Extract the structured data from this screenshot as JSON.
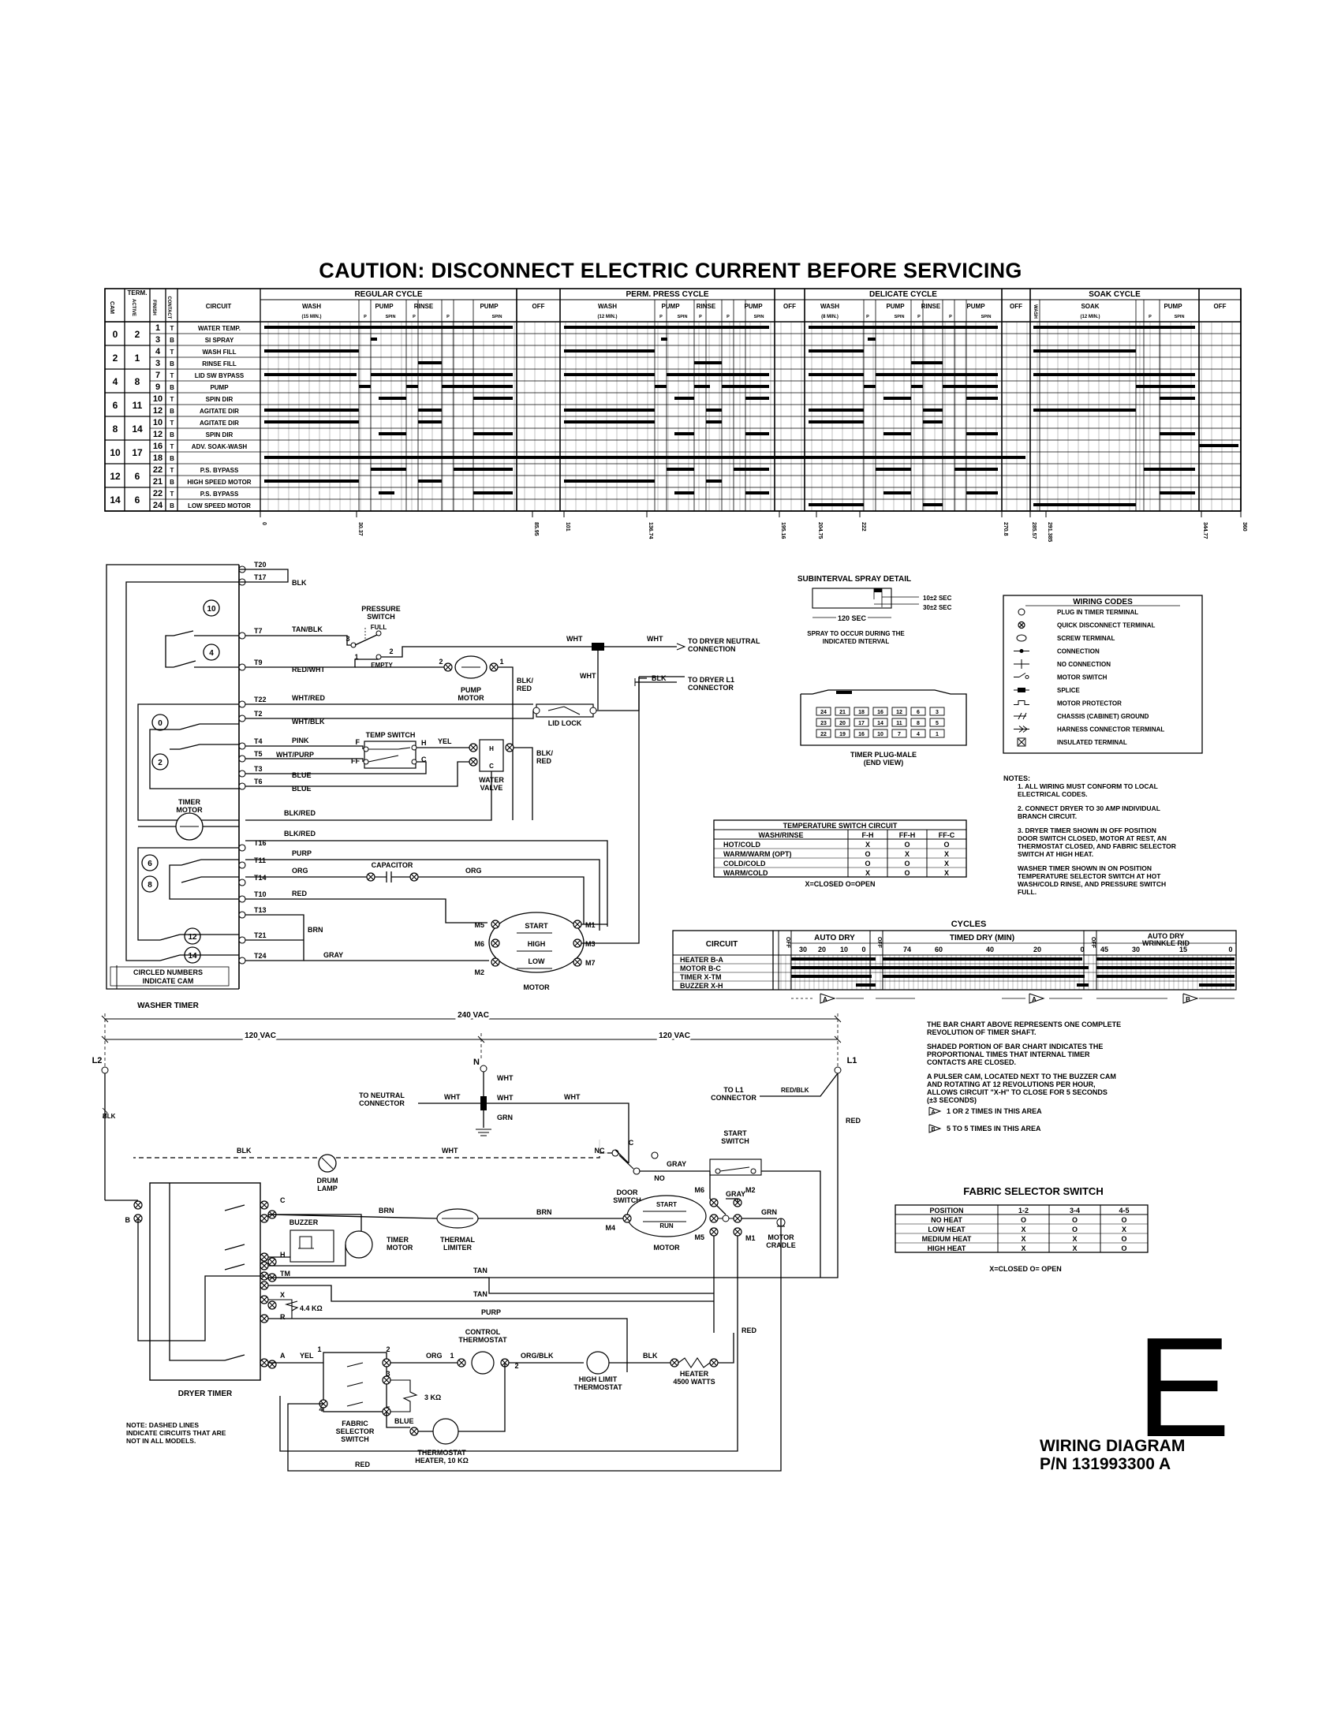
{
  "caution": "CAUTION: DISCONNECT ELECTRIC CURRENT BEFORE SERVICING",
  "timer_chart": {
    "left_headers": [
      "CAM",
      "TERM. ACTIVE",
      "FINISH",
      "CONTACT",
      "CIRCUIT"
    ],
    "cycles": [
      {
        "name": "REGULAR CYCLE",
        "steps": [
          "WASH",
          "PUMP",
          "RINSE",
          "PUMP",
          "OFF"
        ],
        "wash_min": "(15 MIN.)"
      },
      {
        "name": "PERM. PRESS CYCLE",
        "steps": [
          "WASH",
          "PUMP",
          "RINSE",
          "PUMP",
          "OFF"
        ],
        "wash_min": "(12 MIN.)"
      },
      {
        "name": "DELICATE CYCLE",
        "steps": [
          "WASH",
          "PUMP",
          "RINSE",
          "PUMP",
          "OFF"
        ],
        "wash_min": "(8 MIN.)"
      },
      {
        "name": "SOAK CYCLE",
        "steps": [
          "WASH",
          "SOAK",
          "PUMP",
          "OFF"
        ],
        "wash_min": "(12 MIN.)"
      }
    ],
    "sub_labels": [
      "P",
      "SPIN",
      "P",
      "P",
      "SPIN"
    ],
    "rows": [
      {
        "cam": "0",
        "term": "2",
        "fin": "1",
        "c": "T",
        "circuit": "WATER TEMP."
      },
      {
        "cam": "",
        "term": "",
        "fin": "3",
        "c": "B",
        "circuit": "SI SPRAY"
      },
      {
        "cam": "2",
        "term": "1",
        "fin": "4",
        "c": "T",
        "circuit": "WASH FILL"
      },
      {
        "cam": "",
        "term": "",
        "fin": "3",
        "c": "B",
        "circuit": "RINSE FILL"
      },
      {
        "cam": "4",
        "term": "8",
        "fin": "7",
        "c": "T",
        "circuit": "LID SW BYPASS"
      },
      {
        "cam": "",
        "term": "",
        "fin": "9",
        "c": "B",
        "circuit": "PUMP"
      },
      {
        "cam": "6",
        "term": "11",
        "fin": "10",
        "c": "T",
        "circuit": "SPIN DIR"
      },
      {
        "cam": "",
        "term": "",
        "fin": "12",
        "c": "B",
        "circuit": "AGITATE DIR"
      },
      {
        "cam": "8",
        "term": "14",
        "fin": "10",
        "c": "T",
        "circuit": "AGITATE DIR"
      },
      {
        "cam": "",
        "term": "",
        "fin": "12",
        "c": "B",
        "circuit": "SPIN DIR"
      },
      {
        "cam": "10",
        "term": "17",
        "fin": "16",
        "c": "T",
        "circuit": "ADV. SOAK-WASH"
      },
      {
        "cam": "",
        "term": "",
        "fin": "18",
        "c": "B",
        "circuit": ""
      },
      {
        "cam": "12",
        "term": "6",
        "fin": "22",
        "c": "T",
        "circuit": "P.S. BYPASS"
      },
      {
        "cam": "",
        "term": "",
        "fin": "21",
        "c": "B",
        "circuit": "HIGH SPEED MOTOR"
      },
      {
        "cam": "14",
        "term": "6",
        "fin": "22",
        "c": "T",
        "circuit": "P.S. BYPASS"
      },
      {
        "cam": "",
        "term": "",
        "fin": "24",
        "c": "B",
        "circuit": "LOW SPEED MOTOR"
      }
    ],
    "angle_marks": [
      "0",
      "30.37",
      "85.95",
      "101",
      "136.74",
      "195.16",
      "204.75",
      "222",
      "270.8",
      "285.57",
      "291.385",
      "344.77",
      "360"
    ]
  },
  "washer": {
    "terminals": [
      "T20",
      "T17",
      "T7",
      "T9",
      "T22",
      "T2",
      "T4",
      "T5",
      "T3",
      "T6",
      "T16",
      "T11",
      "T14",
      "T10",
      "T13",
      "T21",
      "T24"
    ],
    "cams": [
      "10",
      "4",
      "0",
      "2",
      "6",
      "8",
      "12",
      "14"
    ],
    "wires": {
      "blk": "BLK",
      "tan_blk": "TAN/BLK",
      "red_wht": "RED/WHT",
      "wht_red": "WHT/RED",
      "wht_blk": "WHT/BLK",
      "pink": "PINK",
      "wht_purp": "WHT/PURP",
      "blue": "BLUE",
      "blk_red": "BLK/RED",
      "purp": "PURP",
      "org": "ORG",
      "red": "RED",
      "brn": "BRN",
      "gray": "GRAY",
      "wht": "WHT",
      "yel": "YEL",
      "blk_red2": "BLK/ RED"
    },
    "labels": {
      "pressure_switch": "PRESSURE SWITCH",
      "full": "FULL",
      "empty": "EMPTY",
      "pump_motor": "PUMP MOTOR",
      "lid_lock": "LID LOCK",
      "temp_switch": "TEMP SWITCH",
      "water_valve": "WATER VALVE",
      "timer_motor": "TIMER MOTOR",
      "capacitor": "CAPACITOR",
      "start": "START",
      "high": "HIGH",
      "low": "LOW",
      "motor": "MOTOR",
      "to_dryer_neutral": "TO DRYER NEUTRAL CONNECTION",
      "to_dryer_l1": "TO DRYER L1 CONNECTOR",
      "circled_note": "CIRCLED NUMBERS INDICATE CAM",
      "washer_timer": "WASHER TIMER"
    }
  },
  "spray_detail": {
    "title": "SUBINTERVAL SPRAY DETAIL",
    "a": "10±2 SEC",
    "b": "30±2 SEC",
    "c": "120 SEC",
    "note": "SPRAY TO OCCUR DURING THE INDICATED INTERVAL"
  },
  "timer_plug": {
    "row1": [
      "24",
      "21",
      "18",
      "16",
      "12",
      "6",
      "3"
    ],
    "row2": [
      "23",
      "20",
      "17",
      "14",
      "11",
      "8",
      "5"
    ],
    "row3": [
      "22",
      "19",
      "16",
      "10",
      "7",
      "4",
      "1"
    ],
    "label": "TIMER PLUG-MALE (END VIEW)"
  },
  "wiring_codes": {
    "title": "WIRING CODES",
    "items": [
      "PLUG IN TIMER TERMINAL",
      "QUICK DISCONNECT TERMINAL",
      "SCREW TERMINAL",
      "CONNECTION",
      "NO CONNECTION",
      "MOTOR SWITCH",
      "SPLICE",
      "MOTOR PROTECTOR",
      "CHASSIS (CABINET) GROUND",
      "HARNESS CONNECTOR TERMINAL",
      "INSULATED TERMINAL"
    ]
  },
  "notes": {
    "title": "NOTES:",
    "items": [
      "1. ALL WIRING MUST CONFORM TO LOCAL ELECTRICAL CODES.",
      "2. CONNECT DRYER TO 30 AMP INDIVIDUAL BRANCH CIRCUIT.",
      "3. DRYER TIMER SHOWN IN OFF POSITION DOOR SWITCH CLOSED, MOTOR AT REST, AN THERMOSTAT CLOSED, AND FABRIC SELECTOR SWITCH AT HIGH HEAT.",
      "WASHER TIMER SHOWN IN ON POSITION TEMPERATURE SELECTOR SWITCH AT HOT WASH/COLD RINSE, AND PRESSURE SWITCH FULL."
    ]
  },
  "temp_switch_table": {
    "title": "TEMPERATURE SWITCH CIRCUIT",
    "headers": [
      "WASH/RINSE",
      "F-H",
      "FF-H",
      "FF-C"
    ],
    "rows": [
      [
        "HOT/COLD",
        "X",
        "O",
        "O"
      ],
      [
        "WARM/WARM (OPT)",
        "O",
        "X",
        "X"
      ],
      [
        "COLD/COLD",
        "O",
        "O",
        "X"
      ],
      [
        "WARM/COLD",
        "X",
        "O",
        "X"
      ]
    ],
    "legend": "X=CLOSED   O=OPEN"
  },
  "dryer_cycles": {
    "title": "CYCLES",
    "circuit_label": "CIRCUIT",
    "off": "OFF",
    "auto_dry": "AUTO DRY",
    "timed_dry": "TIMED DRY (MIN)",
    "auto_dry_wrinkle": "AUTO DRY WRINKLE RID",
    "ticks_a": [
      "30",
      "20",
      "10",
      "0"
    ],
    "ticks_b": [
      "74",
      "60",
      "40",
      "20",
      "0"
    ],
    "ticks_c": [
      "45",
      "30",
      "15",
      "0"
    ],
    "rows": [
      "HEATER B-A",
      "MOTOR B-C",
      "TIMER X-TM",
      "BUZZER X-H"
    ]
  },
  "bar_chart_notes": [
    "THE BAR CHART ABOVE REPRESENTS ONE COMPLETE REVOLUTION OF TIMER SHAFT.",
    "SHADED PORTION OF BAR CHART INDICATES THE PROPORTIONAL TIMES THAT INTERNAL TIMER CONTACTS ARE CLOSED.",
    "A PULSER CAM, LOCATED NEXT TO THE BUZZER CAM AND ROTATING AT 12 REVOLUTIONS PER HOUR, ALLOWS CIRCUIT \"X-H\" TO CLOSE FOR 5 SECONDS (±3 SECONDS)"
  ],
  "pulse_a": "1 OR 2 TIMES IN THIS AREA",
  "pulse_b": "5 TO 5 TIMES IN THIS AREA",
  "dryer": {
    "v240": "240 VAC",
    "v120a": "120 VAC",
    "v120b": "120 VAC",
    "l2": "L2",
    "l1": "L1",
    "n": "N",
    "labels": {
      "to_neutral": "TO NEUTRAL CONNECTOR",
      "to_l1": "TO L1 CONNECTOR",
      "drum_lamp": "DRUM LAMP",
      "door_switch": "DOOR SWITCH",
      "start_switch": "START SWITCH",
      "thermal_limiter": "THERMAL LIMITER",
      "motor": "MOTOR",
      "motor_cradle": "MOTOR CRADLE",
      "buzzer": "BUZZER",
      "timer_motor": "TIMER MOTOR",
      "r44": "4.4 KΩ",
      "control_thermostat": "CONTROL THERMOSTAT",
      "high_limit": "HIGH LIMIT THERMOSTAT",
      "heater": "HEATER 4500 WATTS",
      "r3": "3 KΩ",
      "fabric_selector": "FABRIC SELECTOR SWITCH",
      "thermostat_heater": "THERMOSTAT HEATER, 10 KΩ",
      "dryer_timer": "DRYER TIMER",
      "start": "START",
      "run": "RUN",
      "nc": "NC",
      "no": "NO",
      "c": "C"
    },
    "note": "NOTE: DASHED LINES INDICATE CIRCUITS THAT ARE NOT IN ALL MODELS."
  },
  "fabric_table": {
    "title": "FABRIC SELECTOR SWITCH",
    "headers": [
      "POSITION",
      "1-2",
      "3-4",
      "4-5"
    ],
    "rows": [
      [
        "NO HEAT",
        "O",
        "O",
        "O"
      ],
      [
        "LOW HEAT",
        "X",
        "O",
        "X"
      ],
      [
        "MEDIUM HEAT",
        "X",
        "X",
        "O"
      ],
      [
        "HIGH HEAT",
        "X",
        "X",
        "O"
      ]
    ],
    "legend": "X=CLOSED      O= OPEN"
  },
  "big_letter": "E",
  "diagram_title": "WIRING DIAGRAM",
  "part_number": "P/N 131993300 A"
}
